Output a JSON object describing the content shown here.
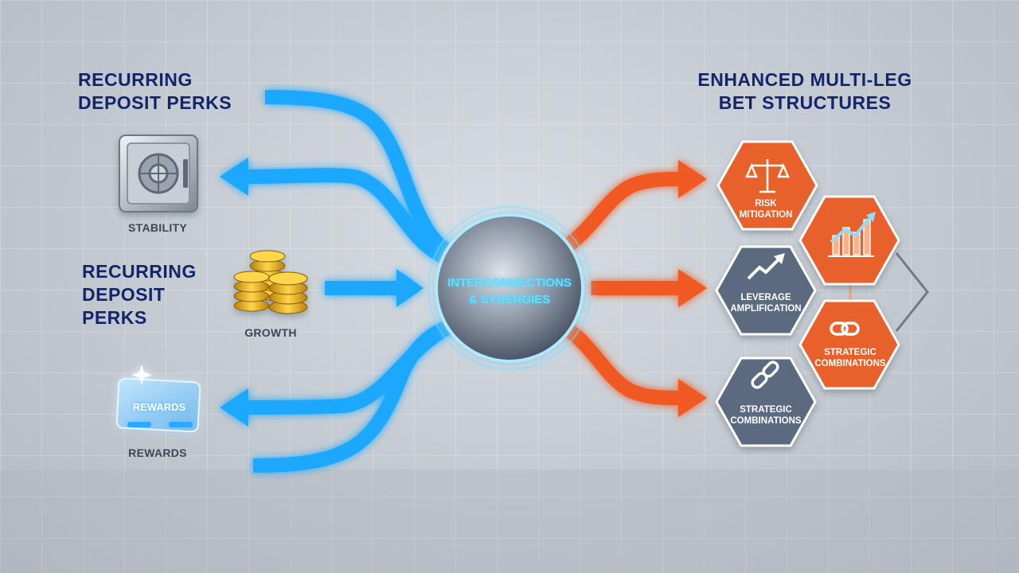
{
  "headings": {
    "left_top": [
      "Recurring",
      "Deposit Perks"
    ],
    "left_mid": [
      "Recurring",
      "Deposit",
      "Perks"
    ],
    "right": [
      "Enhanced Multi-Leg",
      "Bet Structures"
    ]
  },
  "left_items": [
    {
      "caption": "Stability",
      "icon": "safe-icon"
    },
    {
      "caption": "Growth",
      "icon": "coins-icon"
    },
    {
      "caption": "Rewards",
      "icon": "rewards-card-icon",
      "card_text": "REWARDS"
    }
  ],
  "hub": {
    "lines": [
      "Interconnections",
      "& Synergies"
    ]
  },
  "right_items": [
    {
      "lines": [
        "Risk",
        "Mitigation"
      ],
      "icon": "scales-icon",
      "color": "#e8602c"
    },
    {
      "lines": [],
      "icon": "bar-chart-icon",
      "color": "#e8602c"
    },
    {
      "lines": [
        "Leverage",
        "Amplification"
      ],
      "icon": "trend-arrow-icon",
      "color": "#5c6b80"
    },
    {
      "lines": [
        "Strategic",
        "Combinations"
      ],
      "icon": "chain-link-icon",
      "color": "#e8602c"
    },
    {
      "lines": [
        "Strategic",
        "Combinations"
      ],
      "icon": "chain-link-icon",
      "color": "#5c6b80"
    }
  ],
  "colors": {
    "heading": "#14246b",
    "blue_arrow": "#1ea8ff",
    "orange_arrow": "#f05a22",
    "hex_orange": "#e8602c",
    "hex_slate": "#5c6b80"
  }
}
